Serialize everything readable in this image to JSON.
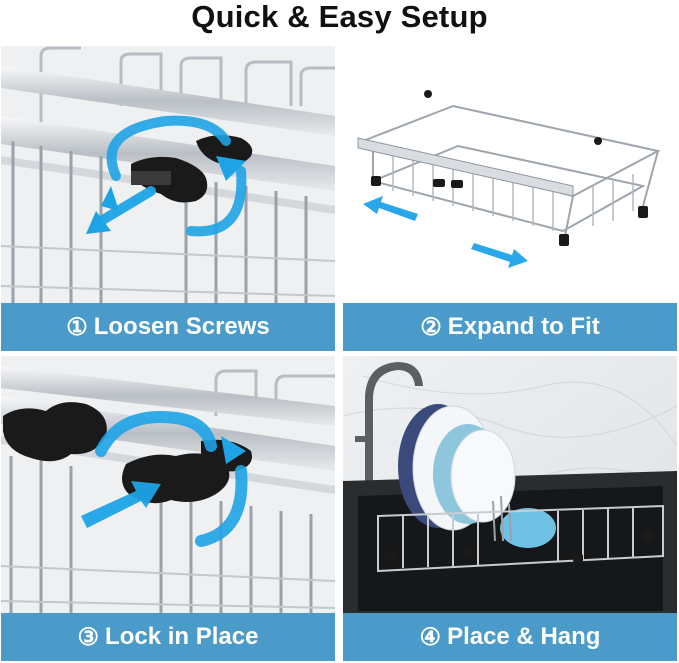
{
  "title": "Quick & Easy Setup",
  "steps": [
    {
      "number": "①",
      "label": "Loosen Screws"
    },
    {
      "number": "②",
      "label": "Expand to Fit"
    },
    {
      "number": "③",
      "label": "Lock in Place"
    },
    {
      "number": "④",
      "label": "Place & Hang"
    }
  ],
  "colors": {
    "caption_bg": "#4a9bc9",
    "arrow": "#2aa0e0",
    "knob": "#1a1a1a",
    "steel": "#c9ced3"
  }
}
